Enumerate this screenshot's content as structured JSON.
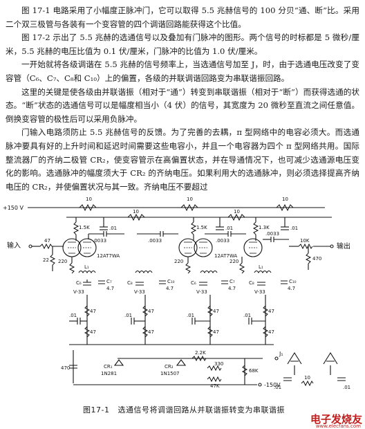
{
  "paragraphs": [
    {
      "indent": true,
      "text": "图 17-1 电路采用了小幅度正脉冲门，它可以取得 5.5 兆赫信号的 100 分贝“通、断”比。采用二个双三极管与各装有一个变容管的四个调谐回路能获得这个比值。"
    },
    {
      "indent": true,
      "text": "图 17-2 示出了 5.5 兆赫的选通信号以及叠加有门脉冲的图形。两个信号的时标都是 5 微秒/厘米，5.5 兆赫的电压比值为 0.1 伏/厘米，门脉冲的比值为 1.0 伏/厘米。"
    },
    {
      "indent": true,
      "text": "一开始就将各级调谐在 5.5 兆赫的信号频率上，当选通信号加至 J，时，由于选通电压改变了变容管（C₆、C₇、C₈和 C₁₀）上的偏置，各级的并联调谐回路变为串联谐振回路。"
    },
    {
      "indent": true,
      "text": "这里的关键是使各级由并联谐振（相对于“通”）转变到串联谐振（相对于“断”）而获得选通的状态。“断”状态的选通信号可以是幅度相当小（4 伏）的信号，其宽度为 20 微秒至直流之间任意值。倒换变容管的极性后可以采用负脉冲。"
    },
    {
      "indent": true,
      "text": "门输入电路须防止 5.5 兆赫信号的反馈。为了完善的去耦，π 型网络中的电容必须大。而选通脉冲要具有好的上升时间和延迟时间需要这些电容小，并且一个电容器为四个 π 型网络共用。国际整流器厂的齐纳二极管 CR₂，使变容管示在高偏置状态，并在导通情况下，也可减少选通源电压变化的影响。选通脉冲的幅度须大于 CR₂ 的齐纳电压。如果利用大的选通脉冲，则必须选择提高齐纳电压的 CR₂，并使偏置状况与其一致。齐纳电压不要超过"
    }
  ],
  "schematic": {
    "supply_pos": "+150 V",
    "supply_neg": "-150V",
    "input_label": "输入",
    "output_label": "输出",
    "input_gate_label": "J₁",
    "tube1": "12AT7WA",
    "tube2": "12AT7WA",
    "r_top": "10",
    "r_plate": "1.5K",
    "r_plate_b": "1.5K",
    "r_plate_c": "1.3K",
    "c_dec": ".01",
    "c_couple": ".0033",
    "r_in": "47",
    "r_grid": "220",
    "r_cath": "22",
    "r_cath2": "220",
    "cap_47": "4.7",
    "varicap": "V-33",
    "c6": "C₆",
    "c7": "C₇",
    "c8": "C₈",
    "c10": "C₁₀",
    "l_label": "L₁",
    "r_out": "10K",
    "r_load": "470",
    "r_470": "470",
    "r_gate": "2.2K",
    "r_bias": "47K",
    "r_330": "330",
    "r_68k": "68K",
    "cr1": "CR₁",
    "cr1_type": "1N281",
    "cr2": "CR₂",
    "cr2_type": "1N1507",
    "rc_47": "47"
  },
  "caption": {
    "number": "图17-1",
    "text": "选通信号将调谐回路从并联谐振转变为串联谐振"
  },
  "watermark": "电子发烧友",
  "watermark_url": "www.elecfans.com"
}
